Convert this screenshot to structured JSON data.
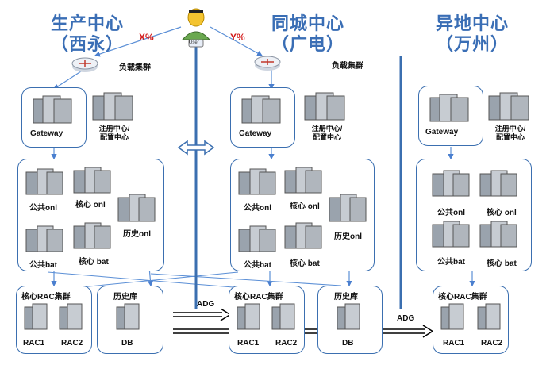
{
  "titles": {
    "left": {
      "line1": "生产中心",
      "line2": "（西永）"
    },
    "mid": {
      "line1": "同城中心",
      "line2": "（广电）"
    },
    "right": {
      "line1": "异地中心",
      "line2": "（万州）"
    }
  },
  "user_label": "User",
  "split": {
    "left": "X%",
    "right": "Y%"
  },
  "lb_label": "负载集群",
  "gateway": "Gateway",
  "registry": {
    "line1": "注册中心/",
    "line2": "配置中心"
  },
  "services": {
    "public_onl": "公共onl",
    "core_onl": "核心 onl",
    "history_onl": "历史onl",
    "public_bat": "公共bat",
    "core_bat": "核心 bat"
  },
  "rac_cluster": "核心RAC集群",
  "history_db": "历史库",
  "rac1": "RAC1",
  "rac2": "RAC2",
  "db": "DB",
  "adg": "ADG",
  "colors": {
    "title": "#3a6eb5",
    "border": "#3b6fb0",
    "arrow": "#5b8fd6",
    "pct": "#d21a1a"
  }
}
